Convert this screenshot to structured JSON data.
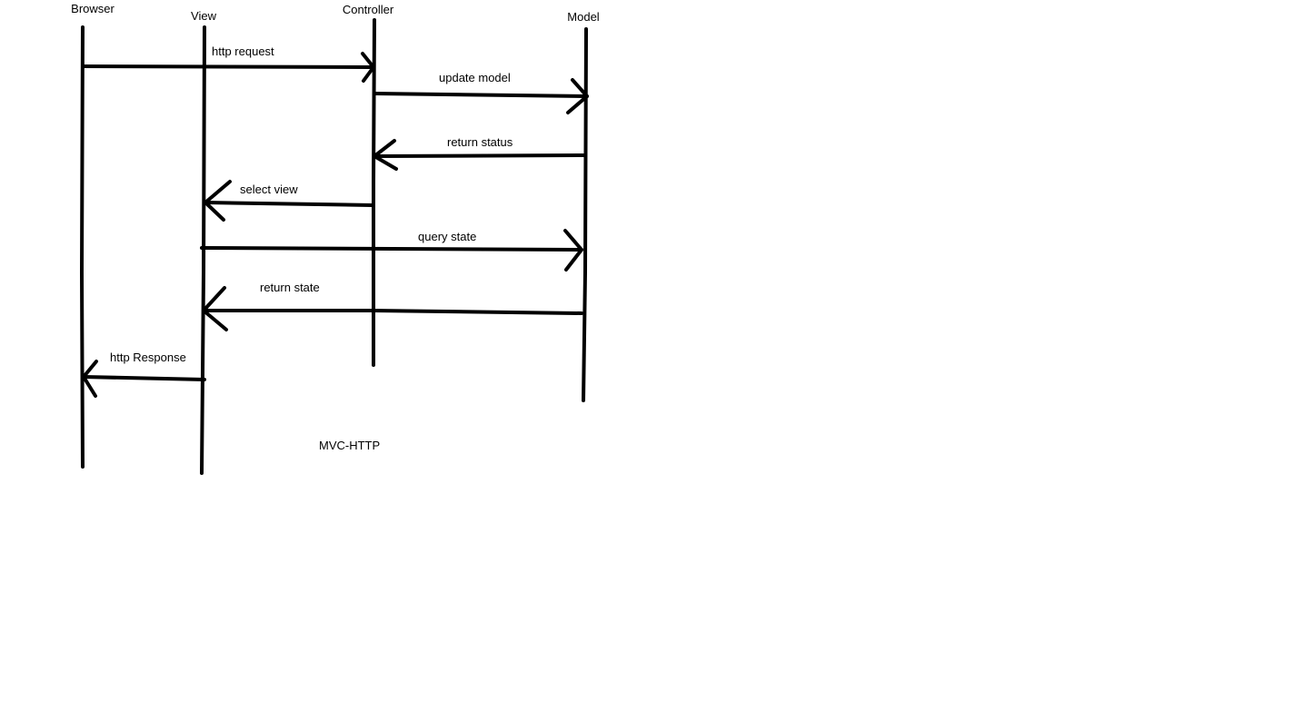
{
  "participants": {
    "browser": "Browser",
    "view": "View",
    "controller": "Controller",
    "model": "Model"
  },
  "messages": [
    {
      "label": "http request",
      "from": "Browser",
      "to": "Controller"
    },
    {
      "label": "update model",
      "from": "Controller",
      "to": "Model"
    },
    {
      "label": "return status",
      "from": "Model",
      "to": "Controller"
    },
    {
      "label": "select view",
      "from": "Controller",
      "to": "View"
    },
    {
      "label": "query state",
      "from": "View",
      "to": "Model"
    },
    {
      "label": "return state",
      "from": "Model",
      "to": "View"
    },
    {
      "label": "http Response",
      "from": "View",
      "to": "Browser"
    }
  ],
  "caption": "MVC-HTTP",
  "colors": {
    "stroke": "#000000",
    "background": "#ffffff"
  }
}
